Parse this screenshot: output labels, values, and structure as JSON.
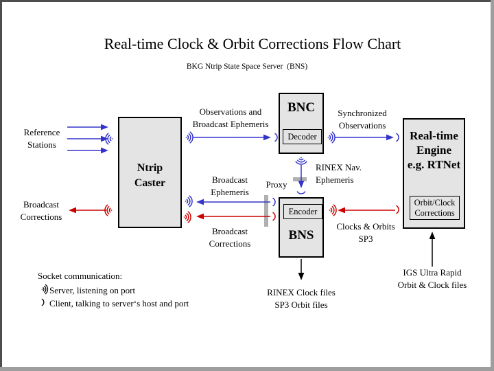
{
  "page": {
    "title": "Real-time Clock & Orbit Corrections Flow Chart",
    "subtitle": "BKG Ntrip State Space Server  (BNS)"
  },
  "boxes": {
    "ntrip_caster": {
      "lines": [
        "Ntrip",
        "Caster"
      ]
    },
    "bnc": {
      "title": "BNC",
      "sub": "Decoder"
    },
    "bns": {
      "title": "BNS",
      "sub": "Encoder"
    },
    "engine": {
      "lines": [
        "Real-time",
        "Engine",
        "e.g. RTNet"
      ],
      "sub_lines": [
        "Orbit/Clock",
        "Corrections"
      ]
    }
  },
  "labels": {
    "reference_stations": [
      "Reference",
      "Stations"
    ],
    "broadcast_corrections_left": [
      "Broadcast",
      "Corrections"
    ],
    "observations_broadcast_ephemeris": [
      "Observations and",
      "Broadcast Ephemeris"
    ],
    "synchronized_observations": [
      "Synchronized",
      "Observations"
    ],
    "rinex_nav_ephemeris": [
      "RINEX Nav.",
      "Ephemeris"
    ],
    "proxy": "Proxy",
    "broadcast_ephemeris": [
      "Broadcast",
      "Ephemeris"
    ],
    "broadcast_corrections_mid": [
      "Broadcast",
      "Corrections"
    ],
    "clocks_orbits": [
      "Clocks & Orbits",
      "SP3"
    ],
    "rinex_files": [
      "RINEX Clock files",
      "SP3 Orbit files"
    ],
    "igs": [
      "IGS Ultra Rapid",
      "Orbit & Clock files"
    ]
  },
  "legend": {
    "title": "Socket communication:",
    "server": "Server, listening on port",
    "client": "Client, talking to server‘s host and port"
  },
  "icons": {
    "server_socket": ")))",
    "client_socket": ")"
  },
  "colors": {
    "blue": "#3333CC",
    "red": "#CC0000",
    "black": "#000000",
    "box_fill": "#E4E4E4",
    "proxy_bar": "#B0B0B0"
  }
}
